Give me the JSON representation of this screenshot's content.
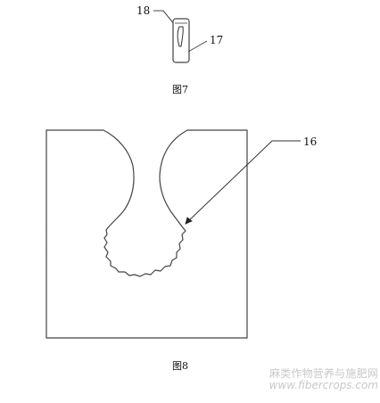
{
  "figure7": {
    "caption": "图7",
    "label_18": "18",
    "label_17": "17"
  },
  "figure8": {
    "caption": "图8",
    "label_16": "16"
  },
  "watermark": {
    "title": "麻类作物营养与施肥网",
    "url": "www.fibercrops.com"
  },
  "colors": {
    "line": "#4a4a4a",
    "text": "#111111",
    "watermark": "#c8c8c8",
    "background": "#ffffff"
  }
}
